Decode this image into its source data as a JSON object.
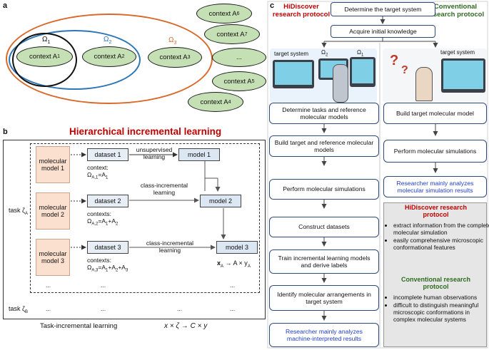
{
  "panel_a": {
    "letter": "a",
    "omegas": {
      "o1": "Ω",
      "o1_sub": "1",
      "o2": "Ω",
      "o2_sub": "2",
      "o3": "Ω",
      "o3_sub": "3"
    },
    "contexts": {
      "a1": {
        "text": "context A",
        "sub": "1"
      },
      "a2": {
        "text": "context A",
        "sub": "2"
      },
      "a3": {
        "text": "context A",
        "sub": "3"
      },
      "a4": {
        "text": "context A",
        "sub": "4"
      },
      "a5": {
        "text": "context A",
        "sub": "5"
      },
      "a6": {
        "text": "context A",
        "sub": "6"
      },
      "a7": {
        "text": "context A",
        "sub": "7"
      },
      "dots": {
        "text": "...",
        "sub": ""
      }
    }
  },
  "panel_b": {
    "letter": "b",
    "title": "Hierarchical incremental learning",
    "molecular_models": [
      "molecular model 1",
      "molecular model 2",
      "molecular model 3"
    ],
    "datasets": [
      "dataset 1",
      "dataset 2",
      "dataset 3"
    ],
    "models": [
      "model 1",
      "model 2",
      "model 3"
    ],
    "learning": [
      "unsupervised learning",
      "class-incremental learning",
      "class-incremental learning"
    ],
    "contexts": [
      {
        "head": "context:",
        "formula": "Ω",
        "sub": "A,1",
        "rhs": "=A",
        "rhs_sub": "1"
      },
      {
        "head": "contexts:",
        "formula": "Ω",
        "sub": "A,2",
        "rhs": "=A",
        "rhs_sub": "1",
        "tail": "+A",
        "tail_sub": "2"
      },
      {
        "head": "contexts:",
        "formula": "Ω",
        "sub": "A,3",
        "rhs": "=A",
        "rhs_sub": "1",
        "tail": "+A",
        "tail_sub": "2",
        "tail2": "+A",
        "tail2_sub": "3"
      }
    ],
    "mapping": "x",
    "mapping_sub": "A",
    "mapping_rest": " → A × y",
    "mapping_rest_sub": "A",
    "task_a": "task ζ",
    "task_a_sub": "A",
    "task_b": "task ζ",
    "task_b_sub": "B",
    "dots": "...",
    "task_incremental": "Task-incremental learning",
    "formula": "x × ζ → C × y"
  },
  "panel_c": {
    "letter": "c",
    "hidiscover_title": "HiDiscover research protocol",
    "conventional_title": "Conventional research protocol",
    "top_steps": [
      "Determine the target system",
      "Acquire initial knowledge"
    ],
    "image_labels": {
      "target_system_left": "target system",
      "o2": "Ω",
      "o2_sub": "2",
      "o1": "Ω",
      "o1_sub": "1",
      "target_system_right": "target system"
    },
    "left_steps": [
      "Determine tasks and reference molecular models",
      "Build target and reference molecular models",
      "Perform molecular simulations",
      "Construct datasets",
      "Train incremental learning models and derive labels",
      "Identify molecular arrangements in target system",
      "Researcher mainly analyzes machine-interpreted results"
    ],
    "right_steps": [
      "Build target molecular model",
      "Perform molecular simulations",
      "Researcher mainly analyzes molecular simulation results"
    ],
    "summary": {
      "hidiscover_heading": "HiDiscover research protocol",
      "hidiscover_points": [
        "extract information from the complete molecular simulation",
        "easily comprehensive microscopic conformational features"
      ],
      "conventional_heading": "Conventional research protocol",
      "conventional_points": [
        "incomplete human observations",
        "difficult to distinguish meaningful microscopic conformations in complex molecular systems"
      ]
    }
  },
  "colors": {
    "context_fill": "#c5e0b4",
    "omega1": "#111111",
    "omega2": "#2e75b6",
    "omega3": "#d9692a",
    "title_red": "#c00000",
    "title_green": "#2e6b1f",
    "highlight_blue": "#1f3fbf"
  }
}
